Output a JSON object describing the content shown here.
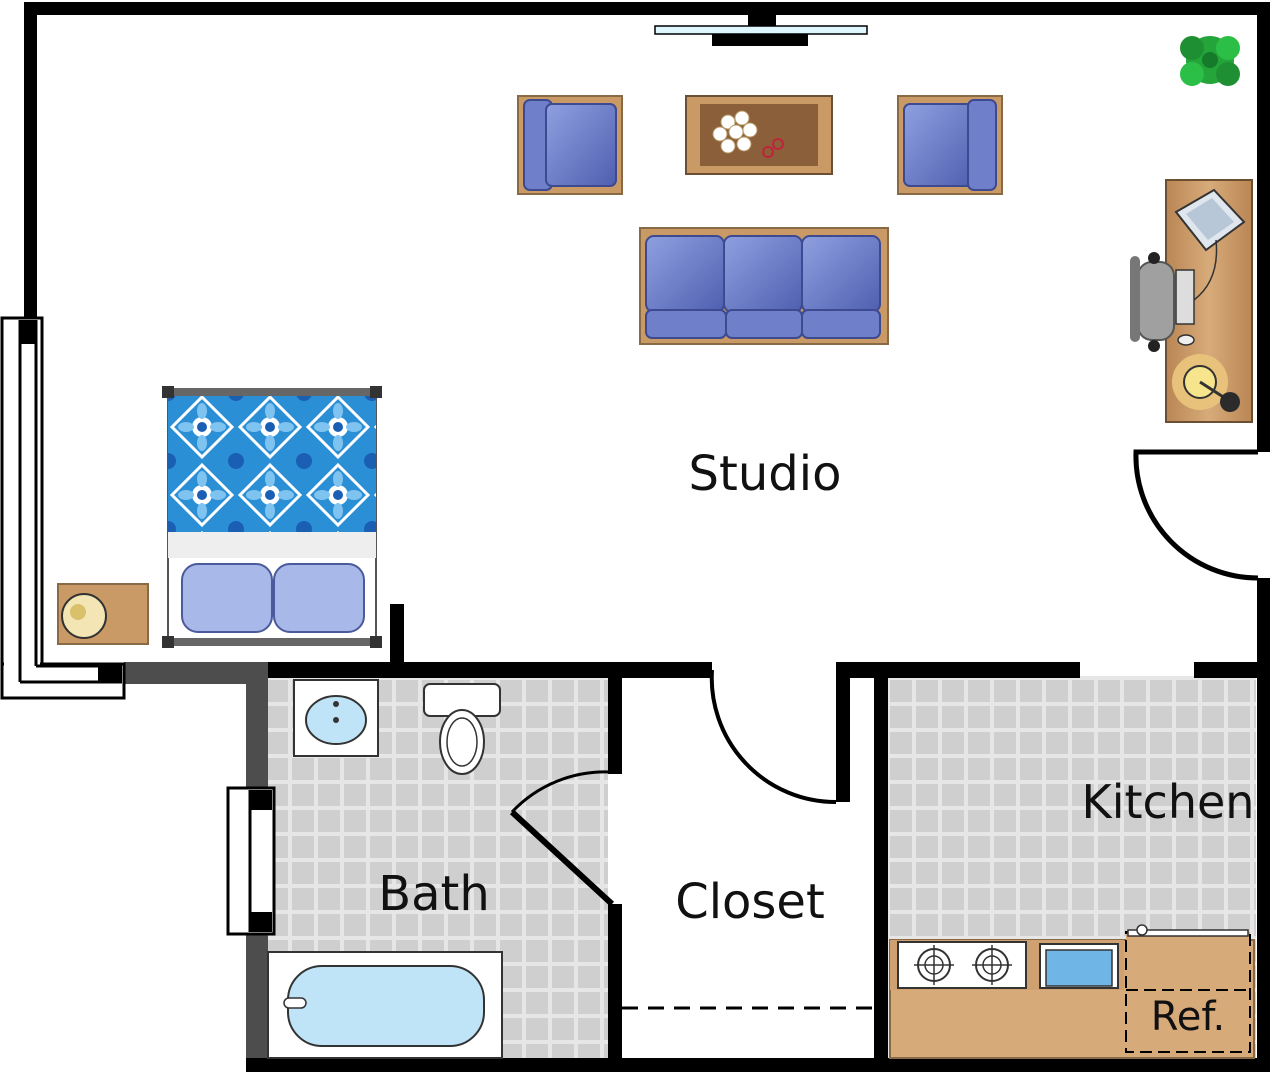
{
  "rooms": {
    "studio": "Studio",
    "bath": "Bath",
    "closet": "Closet",
    "kitchen": "Kitchen"
  },
  "fixtures": {
    "refrigerator": "Ref."
  },
  "colors": {
    "wall": "#000000",
    "exterior_wall_gray": "#4d4d4d",
    "floor": "#ffffff",
    "tile": "#cfcfcf",
    "grout": "#e6e6e6",
    "upholstery_blue": "#6f7fc9",
    "wood": "#c99a66",
    "bedspread_blue": "#2b8fd6",
    "pillow": "#a8b8e8",
    "water_blue": "#bfe3f7",
    "plant_green": "#23a53a",
    "counter": "#d7aa7a"
  }
}
